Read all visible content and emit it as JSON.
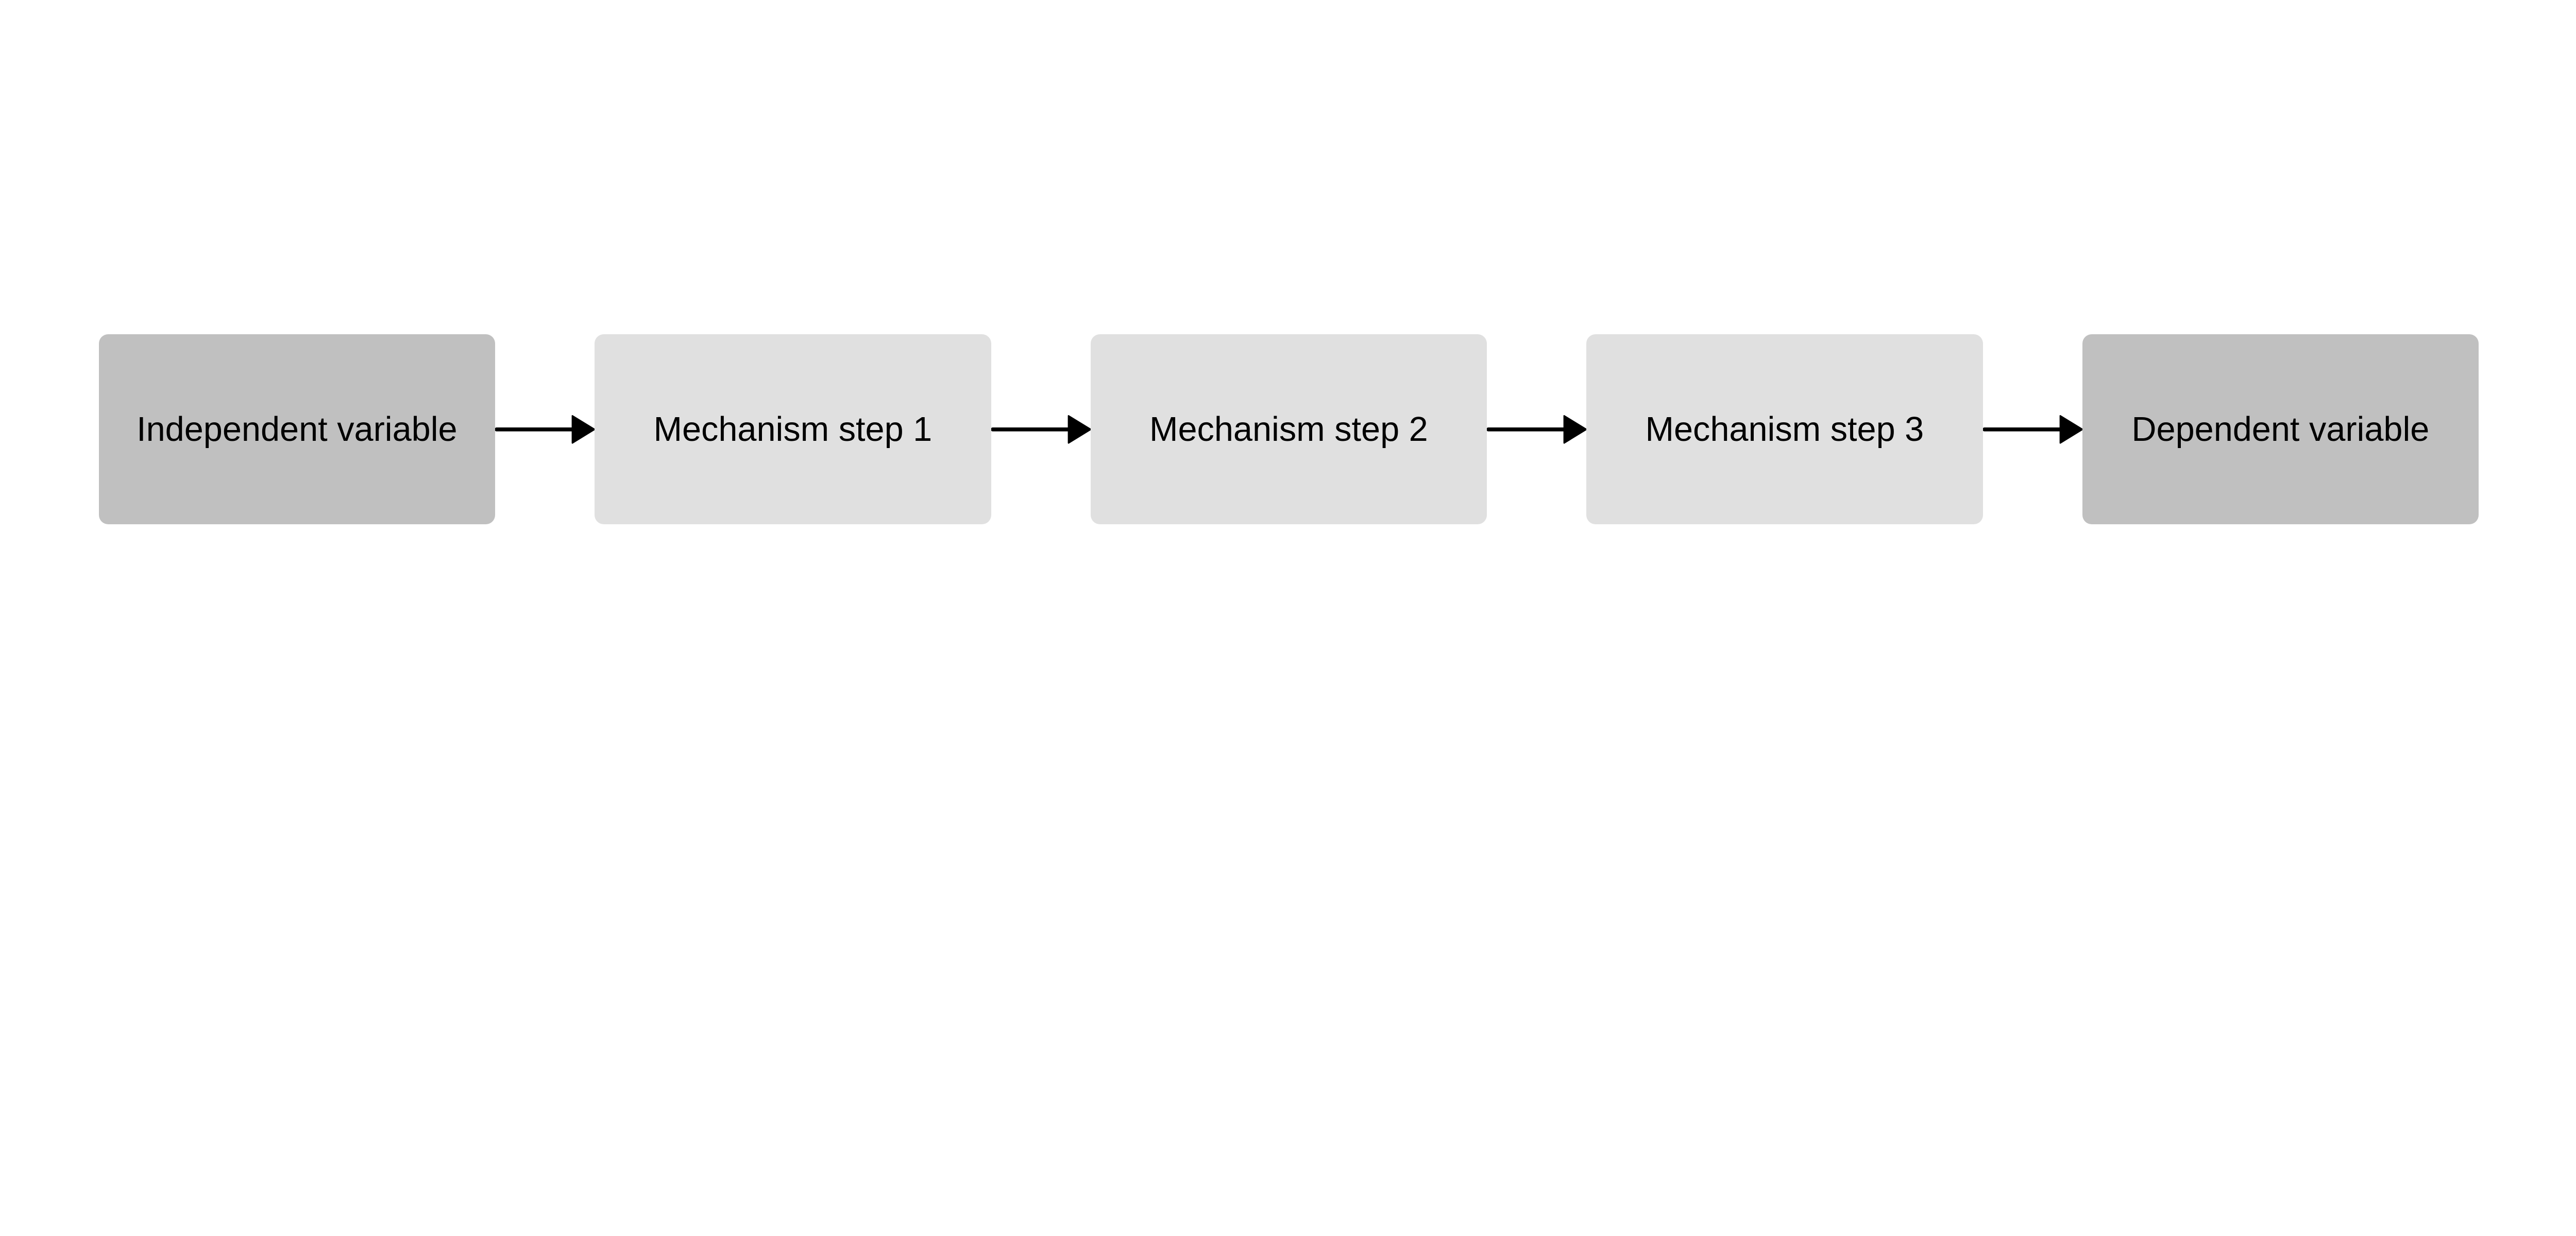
{
  "nodes": [
    {
      "label": "Independent variable",
      "role": "endpoint",
      "color": "#c0c0c0"
    },
    {
      "label": "Mechanism step 1",
      "role": "mechanism",
      "color": "#e0e0e0"
    },
    {
      "label": "Mechanism step 2",
      "role": "mechanism",
      "color": "#e0e0e0"
    },
    {
      "label": "Mechanism step 3",
      "role": "mechanism",
      "color": "#e0e0e0"
    },
    {
      "label": "Dependent variable",
      "role": "endpoint",
      "color": "#c0c0c0"
    }
  ],
  "edges": [
    {
      "from": "Independent variable",
      "to": "Mechanism step 1"
    },
    {
      "from": "Mechanism step 1",
      "to": "Mechanism step 2"
    },
    {
      "from": "Mechanism step 2",
      "to": "Mechanism step 3"
    },
    {
      "from": "Mechanism step 3",
      "to": "Dependent variable"
    }
  ],
  "arrow_color": "#000000"
}
